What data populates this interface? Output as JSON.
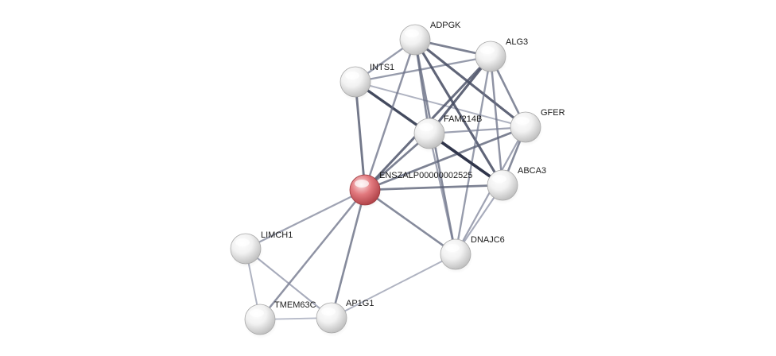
{
  "network": {
    "nodes": [
      {
        "id": "ADPGK",
        "label": "ADPGK",
        "color": "#e8e8e8"
      },
      {
        "id": "ALG3",
        "label": "ALG3",
        "color": "#e8e8e8"
      },
      {
        "id": "INTS1",
        "label": "INTS1",
        "color": "#e8e8e8"
      },
      {
        "id": "GFER",
        "label": "GFER",
        "color": "#e8e8e8"
      },
      {
        "id": "FAM214B",
        "label": "FAM214B",
        "color": "#e8e8e8"
      },
      {
        "id": "ENSZALP00000002525",
        "label": "ENSZALP00000002525",
        "color": "#d9545a",
        "query": true
      },
      {
        "id": "ABCA3",
        "label": "ABCA3",
        "color": "#e8e8e8"
      },
      {
        "id": "LIMCH1",
        "label": "LIMCH1",
        "color": "#e8e8e8"
      },
      {
        "id": "DNAJC6",
        "label": "DNAJC6",
        "color": "#e8e8e8"
      },
      {
        "id": "TMEM63C",
        "label": "TMEM63C",
        "color": "#e8e8e8"
      },
      {
        "id": "AP1G1",
        "label": "AP1G1",
        "color": "#e8e8e8"
      }
    ],
    "edges": [
      {
        "from": "INTS1",
        "to": "ADPGK",
        "strength": 0.45
      },
      {
        "from": "INTS1",
        "to": "ALG3",
        "strength": 0.45
      },
      {
        "from": "INTS1",
        "to": "FAM214B",
        "strength": 0.3
      },
      {
        "from": "INTS1",
        "to": "ABCA3",
        "strength": 0.85
      },
      {
        "from": "INTS1",
        "to": "ENSZALP00000002525",
        "strength": 0.65
      },
      {
        "from": "INTS1",
        "to": "GFER",
        "strength": 0.3
      },
      {
        "from": "ADPGK",
        "to": "ALG3",
        "strength": 0.6
      },
      {
        "from": "ADPGK",
        "to": "FAM214B",
        "strength": 0.55
      },
      {
        "from": "ADPGK",
        "to": "GFER",
        "strength": 0.75
      },
      {
        "from": "ADPGK",
        "to": "ABCA3",
        "strength": 0.75
      },
      {
        "from": "ADPGK",
        "to": "ENSZALP00000002525",
        "strength": 0.5
      },
      {
        "from": "ADPGK",
        "to": "DNAJC6",
        "strength": 0.55
      },
      {
        "from": "ALG3",
        "to": "FAM214B",
        "strength": 0.75
      },
      {
        "from": "ALG3",
        "to": "GFER",
        "strength": 0.55
      },
      {
        "from": "ALG3",
        "to": "ABCA3",
        "strength": 0.5
      },
      {
        "from": "ALG3",
        "to": "ENSZALP00000002525",
        "strength": 0.7
      },
      {
        "from": "ALG3",
        "to": "DNAJC6",
        "strength": 0.45
      },
      {
        "from": "GFER",
        "to": "FAM214B",
        "strength": 0.4
      },
      {
        "from": "GFER",
        "to": "ABCA3",
        "strength": 0.55
      },
      {
        "from": "GFER",
        "to": "ENSZALP00000002525",
        "strength": 0.6
      },
      {
        "from": "GFER",
        "to": "DNAJC6",
        "strength": 0.4
      },
      {
        "from": "FAM214B",
        "to": "ABCA3",
        "strength": 0.9
      },
      {
        "from": "FAM214B",
        "to": "ENSZALP00000002525",
        "strength": 0.6
      },
      {
        "from": "FAM214B",
        "to": "DNAJC6",
        "strength": 0.4
      },
      {
        "from": "ENSZALP00000002525",
        "to": "ABCA3",
        "strength": 0.6
      },
      {
        "from": "ENSZALP00000002525",
        "to": "DNAJC6",
        "strength": 0.55
      },
      {
        "from": "ENSZALP00000002525",
        "to": "LIMCH1",
        "strength": 0.4
      },
      {
        "from": "ENSZALP00000002525",
        "to": "TMEM63C",
        "strength": 0.5
      },
      {
        "from": "ENSZALP00000002525",
        "to": "AP1G1",
        "strength": 0.55
      },
      {
        "from": "ABCA3",
        "to": "DNAJC6",
        "strength": 0.35
      },
      {
        "from": "LIMCH1",
        "to": "TMEM63C",
        "strength": 0.3
      },
      {
        "from": "LIMCH1",
        "to": "AP1G1",
        "strength": 0.35
      },
      {
        "from": "TMEM63C",
        "to": "AP1G1",
        "strength": 0.25
      },
      {
        "from": "AP1G1",
        "to": "DNAJC6",
        "strength": 0.3
      }
    ]
  }
}
